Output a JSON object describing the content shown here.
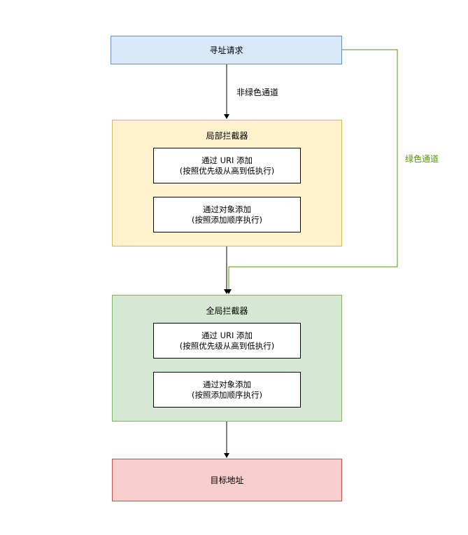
{
  "nodes": {
    "request": {
      "label": "寻址请求"
    },
    "local": {
      "title": "局部拦截器",
      "uri_box": {
        "line1": "通过 URI 添加",
        "line2": "(按照优先级从高到低执行)"
      },
      "object_box": {
        "line1": "通过对象添加",
        "line2": "(按照添加顺序执行)"
      }
    },
    "global": {
      "title": "全局拦截器",
      "uri_box": {
        "line1": "通过 URI 添加",
        "line2": "(按照优先级从高到低执行)"
      },
      "object_box": {
        "line1": "通过对象添加",
        "line2": "(按照添加顺序执行)"
      }
    },
    "target": {
      "label": "目标地址"
    }
  },
  "edges": {
    "non_green_label": "非绿色通道",
    "green_label": "绿色通道"
  },
  "colors": {
    "request_fill": "#dae8fc",
    "local_fill": "#fff2cc",
    "global_fill": "#d5e8d4",
    "target_fill": "#f8cecc",
    "green_channel": "#4d9900"
  }
}
